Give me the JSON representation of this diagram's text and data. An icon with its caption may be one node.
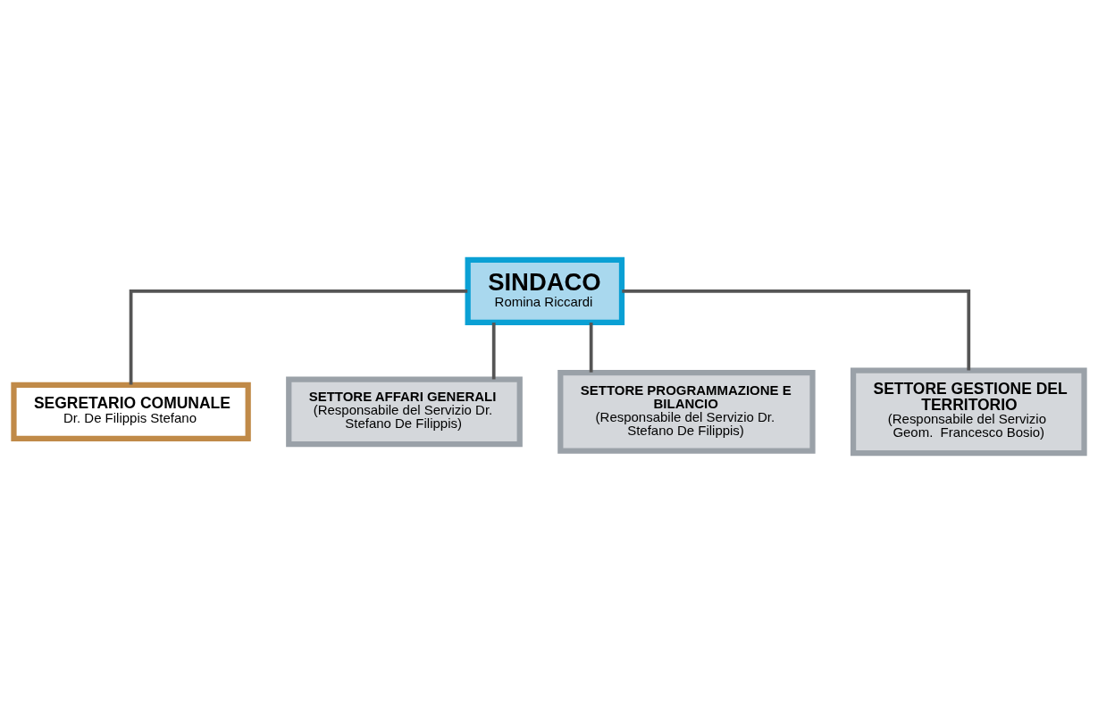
{
  "diagram": {
    "nodes": [
      {
        "text": [
          "SINDACO",
          "Romina Riccardi"
        ]
      },
      {
        "text": [
          "SEGRETARIO COMUNALE",
          "Dr. De Filippis Stefano"
        ]
      },
      {
        "text": [
          "SETTORE AFFARI GENERALI",
          "(Responsabile del Servizio Dr. Stefano De Filippis)"
        ]
      },
      {
        "text": [
          "SETTORE PROGRAMMAZIONE E BILANCIO",
          "(Responsabile del Servizio Dr. Stefano De Filippis)"
        ]
      },
      {
        "text": [
          "SETTORE GESTIONE DEL TERRITORIO",
          "(Responsabile del Servizio Geom.  Francesco Bosio)"
        ]
      }
    ],
    "edges": [
      {
        "from": 0,
        "to": 1,
        "arrow": "none"
      },
      {
        "from": 0,
        "to": 2,
        "arrow": "none"
      },
      {
        "from": 0,
        "to": 3,
        "arrow": "none"
      },
      {
        "from": 0,
        "to": 4,
        "arrow": "none"
      }
    ]
  }
}
